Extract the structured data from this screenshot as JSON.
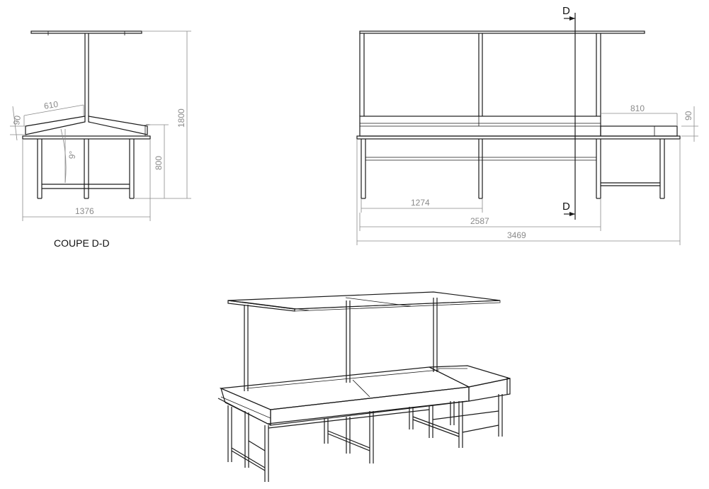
{
  "colors": {
    "line": "#1a1a1a",
    "dimension": "#8a8a8a",
    "background": "#ffffff"
  },
  "section_view": {
    "caption": "COUPE D-D",
    "dimensions": {
      "top_width": "610",
      "tray_height": "90",
      "angle": "9°",
      "total_height": "1800",
      "table_height": "800",
      "overall_depth": "1376"
    }
  },
  "elevation_view": {
    "section_marker": "D",
    "dimensions": {
      "extension_width": "810",
      "extension_height": "90",
      "half_length": "1274",
      "main_length": "2587",
      "overall_length": "3469"
    }
  }
}
